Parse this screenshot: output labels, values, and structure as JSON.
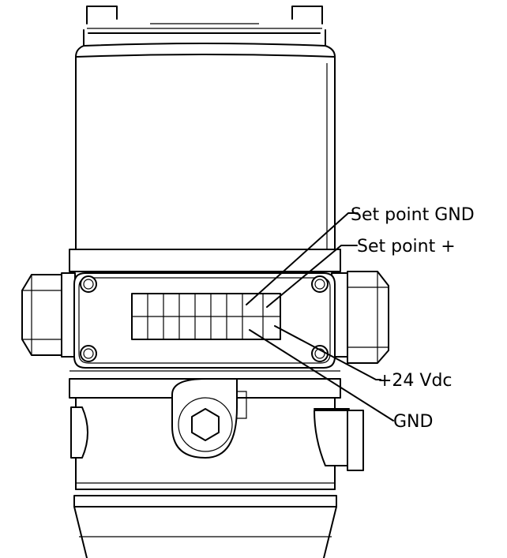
{
  "labels": {
    "setpoint_gnd": "Set point GND",
    "setpoint_plus": "Set point +",
    "supply_24v": "+24 Vdc",
    "gnd": "GND"
  }
}
